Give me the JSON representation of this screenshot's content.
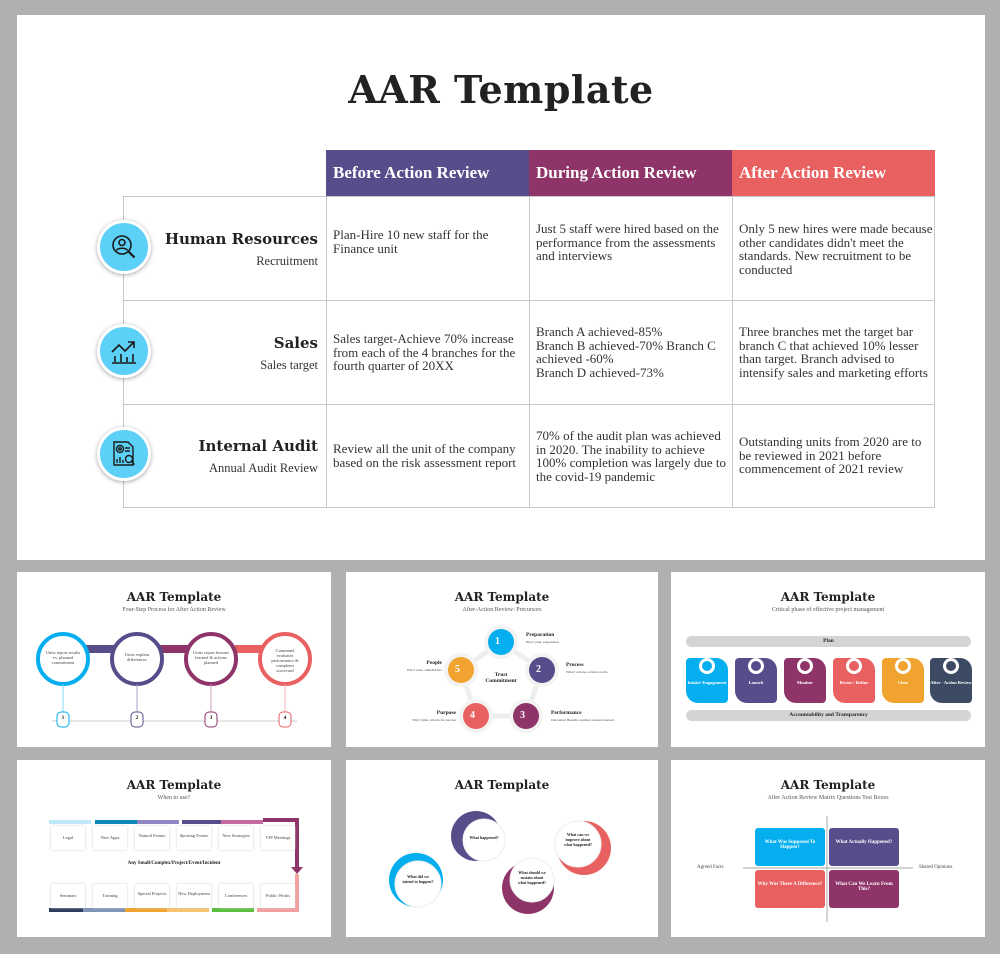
{
  "colors": {
    "background": "#b0b0b0",
    "before": "#584d8a",
    "during": "#8e3468",
    "after": "#e96061",
    "icon_bg": "#5dd0f7",
    "cyan": "#05aeef",
    "orange": "#f1a32f",
    "navy": "#3c4a63"
  },
  "main": {
    "title": "AAR Template",
    "columns": [
      "Before Action Review",
      "During Action Review",
      "After Action Review"
    ],
    "rows": [
      {
        "icon": "recruitment-search-icon",
        "title": "Human Resources",
        "subtitle": "Recruitment",
        "before": "Plan-Hire 10 new staff for the Finance unit",
        "during": "Just 5 staff were hired based on the performance from the assessments and interviews",
        "after": "Only 5 new hires were made because other candidates didn't meet the standards. New recruitment to be conducted"
      },
      {
        "icon": "growth-chart-icon",
        "title": "Sales",
        "subtitle": "Sales target",
        "before": "Sales target-Achieve 70% increase from each of the 4 branches for the fourth quarter of 20XX",
        "during": "Branch A achieved-85%\nBranch B achieved-70% Branch C achieved -60%\nBranch D achieved-73%",
        "after": "Three branches met the target bar branch C that achieved 10% lesser than target. Branch advised to intensify sales and marketing efforts"
      },
      {
        "icon": "audit-report-icon",
        "title": "Internal Audit",
        "subtitle": "Annual Audit Review",
        "before": "Review all the unit of the company based on the risk assessment report",
        "during": "70% of the audit plan was achieved in 2020. The inability to achieve 100% completion was largely due to the covid-19 pandemic",
        "after": "Outstanding units from 2020 are to be reviewed in 2021 before commencement of 2021 review"
      }
    ]
  },
  "thumbnails": [
    {
      "title": "AAR Template",
      "subtitle": "Four-Step Process for After Action Review",
      "steps": [
        {
          "num": "1",
          "text": "Units report results vs. planned commitment"
        },
        {
          "num": "2",
          "text": "Units explain differences"
        },
        {
          "num": "3",
          "text": "Units report lessons learned & actions planned"
        },
        {
          "num": "4",
          "text": "Command evaluates performance & completes scorecard"
        }
      ]
    },
    {
      "title": "AAR Template",
      "subtitle": "After-Action Review: Precursors",
      "center": "Trust Commitment",
      "items": [
        {
          "num": "1",
          "label": "Preparation",
          "desc": "How? plan, preparation"
        },
        {
          "num": "2",
          "label": "Process",
          "desc": "What? actions, action records"
        },
        {
          "num": "3",
          "label": "Performance",
          "desc": "Outcomes: Benefits realized, lessons learned"
        },
        {
          "num": "4",
          "label": "Purpose",
          "desc": "Why? aims, criteria for success"
        },
        {
          "num": "5",
          "label": "People",
          "desc": "Who? roles, stakeholders"
        }
      ]
    },
    {
      "title": "AAR Template",
      "subtitle": "Critical phase of effective project management",
      "top_bar": "Plan",
      "bottom_bar": "Accountability and Transparency",
      "phases": [
        "Intake/ Engagement",
        "Launch",
        "Monitor",
        "Revise / Refine",
        "Close",
        "After - Action Review"
      ]
    },
    {
      "title": "AAR Template",
      "subtitle": "When to use?",
      "center": "Any Small/Complex/Project/Event/Incident",
      "top_row": [
        "Legal",
        "New Apps",
        "Natural Events",
        "Sporting Events",
        "New Strategies",
        "VIP Meetings"
      ],
      "bottom_row": [
        "Seminars",
        "Training",
        "Special Projects",
        "New Deployment",
        "Conferences",
        "Public Works"
      ]
    },
    {
      "title": "AAR Template",
      "questions": [
        "What did we intend to happen?",
        "What happened?",
        "What should we sustain about what happened?",
        "What can we improve about what happened?"
      ]
    },
    {
      "title": "AAR Template",
      "subtitle": "After Action Review Matrix Questions Test Boxes",
      "left_label": "Agreed Facts",
      "right_label": "Shared Opinions",
      "boxes": [
        "What Was Supposed To Happen?",
        "What Actually Happened?",
        "Why Was There A Difference?",
        "What Can We Learn From This?"
      ]
    }
  ]
}
